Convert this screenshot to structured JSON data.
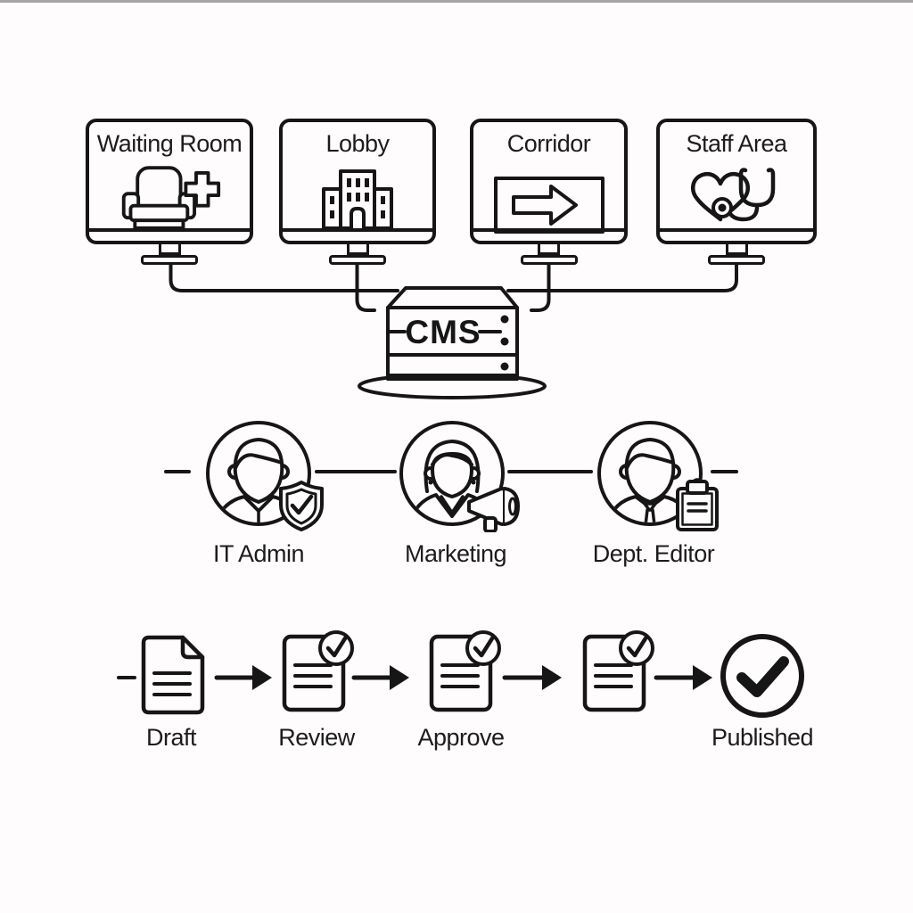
{
  "canvas": {
    "background": "#fffcfd",
    "ink": "#161616",
    "top_bar_color": "#a8a4a8"
  },
  "screens": [
    {
      "label": "Waiting Room",
      "icon": "armchair-medical-cross-icon"
    },
    {
      "label": "Lobby",
      "icon": "building-icon"
    },
    {
      "label": "Corridor",
      "icon": "arrow-sign-icon"
    },
    {
      "label": "Staff Area",
      "icon": "heart-stethoscope-icon"
    }
  ],
  "server": {
    "label": "CMS"
  },
  "roles": [
    {
      "label": "IT Admin",
      "badge_icon": "shield-check-icon"
    },
    {
      "label": "Marketing",
      "badge_icon": "megaphone-icon"
    },
    {
      "label": "Dept. Editor",
      "badge_icon": "clipboard-icon"
    }
  ],
  "workflow": [
    {
      "label": "Draft",
      "icon": "document-icon"
    },
    {
      "label": "Review",
      "icon": "document-check-icon"
    },
    {
      "label": "Approve",
      "icon": "document-check-icon"
    },
    {
      "label": "",
      "icon": "document-check-icon"
    },
    {
      "label": "Published",
      "icon": "circle-check-icon"
    }
  ]
}
